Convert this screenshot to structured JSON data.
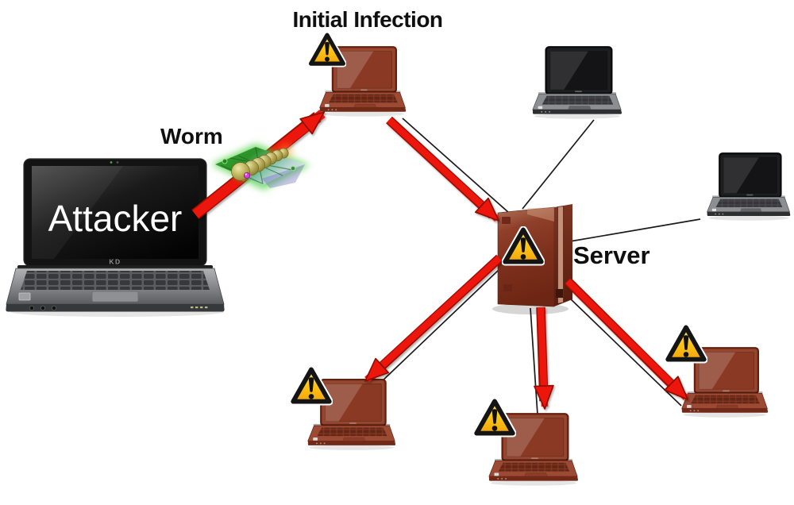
{
  "diagram": {
    "labels": {
      "initial_infection": "Initial Infection",
      "worm": "Worm",
      "server": "Server",
      "attacker": "Attacker",
      "attacker_brand": "KD"
    },
    "colors": {
      "background": "#ffffff",
      "attack_arrow_red": "#ec1509",
      "network_line_black": "#1b1b1b",
      "infected_device_brown": "#8a3824",
      "clean_device_black": "#1d1e20",
      "warning_fill_yellow": "#fdc513",
      "warning_border_black": "#141414",
      "label_text": "#0f0f0f",
      "attacker_screen_text": "#ffffff",
      "worm_board_green": "#35a82c"
    },
    "icons": {
      "warning": "warning-triangle-icon",
      "worm": "worm-on-circuit-board-icon"
    },
    "nodes": [
      {
        "id": "attacker",
        "type": "laptop",
        "state": "attacker",
        "label": "Attacker",
        "warning_icon": false
      },
      {
        "id": "initial-infection",
        "type": "laptop",
        "state": "infected",
        "label": "Initial Infection",
        "warning_icon": true
      },
      {
        "id": "server",
        "type": "server-tower",
        "state": "infected",
        "label": "Server",
        "warning_icon": true
      },
      {
        "id": "clean-laptop-top",
        "type": "laptop",
        "state": "clean",
        "warning_icon": false
      },
      {
        "id": "clean-laptop-right",
        "type": "laptop",
        "state": "clean",
        "warning_icon": false
      },
      {
        "id": "infected-laptop-bottom-left",
        "type": "laptop",
        "state": "infected",
        "warning_icon": true
      },
      {
        "id": "infected-laptop-bottom-middle",
        "type": "laptop",
        "state": "infected",
        "warning_icon": true
      },
      {
        "id": "infected-laptop-bottom-right",
        "type": "laptop",
        "state": "infected",
        "warning_icon": true
      }
    ],
    "connections": {
      "attack_arrows_red": [
        {
          "from": "attacker",
          "to": "initial-infection",
          "via": "worm"
        },
        {
          "from": "initial-infection",
          "to": "server"
        },
        {
          "from": "server",
          "to": "infected-laptop-bottom-left"
        },
        {
          "from": "server",
          "to": "infected-laptop-bottom-middle"
        },
        {
          "from": "server",
          "to": "infected-laptop-bottom-right"
        }
      ],
      "network_links_thin": [
        {
          "from": "initial-infection",
          "to": "server"
        },
        {
          "from": "clean-laptop-top",
          "to": "server"
        },
        {
          "from": "clean-laptop-right",
          "to": "server"
        },
        {
          "from": "server",
          "to": "infected-laptop-bottom-left"
        },
        {
          "from": "server",
          "to": "infected-laptop-bottom-middle"
        },
        {
          "from": "server",
          "to": "infected-laptop-bottom-right"
        }
      ]
    }
  }
}
